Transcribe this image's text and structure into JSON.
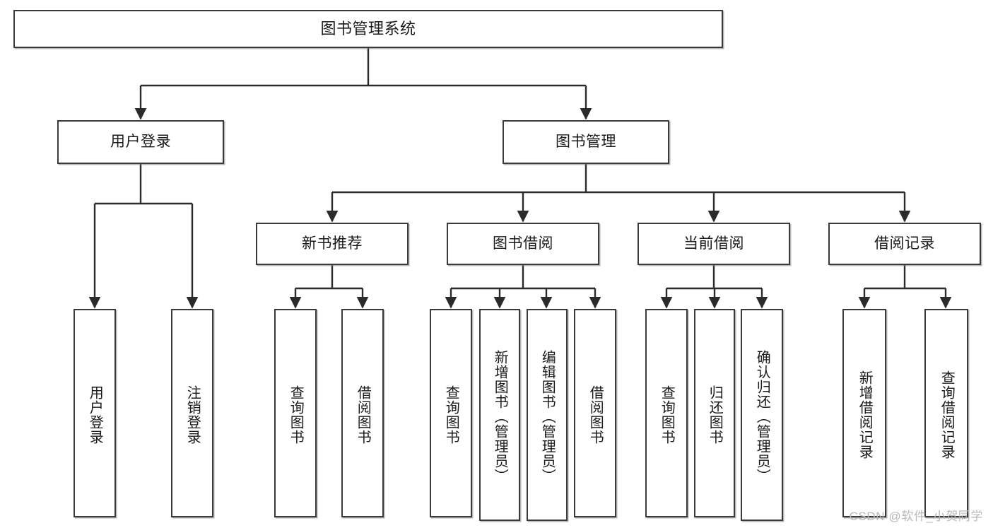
{
  "diagram": {
    "title": "图书管理系统",
    "type": "tree-hierarchy-chart",
    "root": {
      "id": "root",
      "label": "图书管理系统"
    },
    "level2": [
      {
        "id": "user-login",
        "label": "用户登录"
      },
      {
        "id": "book-management",
        "label": "图书管理"
      }
    ],
    "level3": [
      {
        "id": "new-book-recommend",
        "label": "新书推荐"
      },
      {
        "id": "book-borrow",
        "label": "图书借阅"
      },
      {
        "id": "current-borrow",
        "label": "当前借阅"
      },
      {
        "id": "borrow-record",
        "label": "借阅记录"
      }
    ],
    "leaves": {
      "user-login": [
        {
          "id": "leaf-user-login",
          "label": "用户登录"
        },
        {
          "id": "leaf-user-logout",
          "label": "注销登录"
        }
      ],
      "new-book-recommend": [
        {
          "id": "leaf-query-book-1",
          "label": "查询图书"
        },
        {
          "id": "leaf-borrow-book-1",
          "label": "借阅图书"
        }
      ],
      "book-borrow": [
        {
          "id": "leaf-query-book-2",
          "label": "查询图书"
        },
        {
          "id": "leaf-add-book",
          "label": "新增图书（管理员）"
        },
        {
          "id": "leaf-edit-book",
          "label": "编辑图书（管理员）"
        },
        {
          "id": "leaf-borrow-book-2",
          "label": "借阅图书"
        }
      ],
      "current-borrow": [
        {
          "id": "leaf-query-book-3",
          "label": "查询图书"
        },
        {
          "id": "leaf-return-book",
          "label": "归还图书"
        },
        {
          "id": "leaf-confirm-return",
          "label": "确认归还（管理员）"
        }
      ],
      "borrow-record": [
        {
          "id": "leaf-add-record",
          "label": "新增借阅记录"
        },
        {
          "id": "leaf-query-record",
          "label": "查询借阅记录"
        }
      ]
    }
  },
  "watermark": {
    "text": "CSDN @软件_小贺同学"
  },
  "colors": {
    "node_border": "#3a3a3a",
    "node_fill": "#ffffff",
    "edge": "#2b2b2b",
    "text": "#1a1a1a",
    "watermark": "#b8b8b8",
    "background": "#ffffff"
  }
}
